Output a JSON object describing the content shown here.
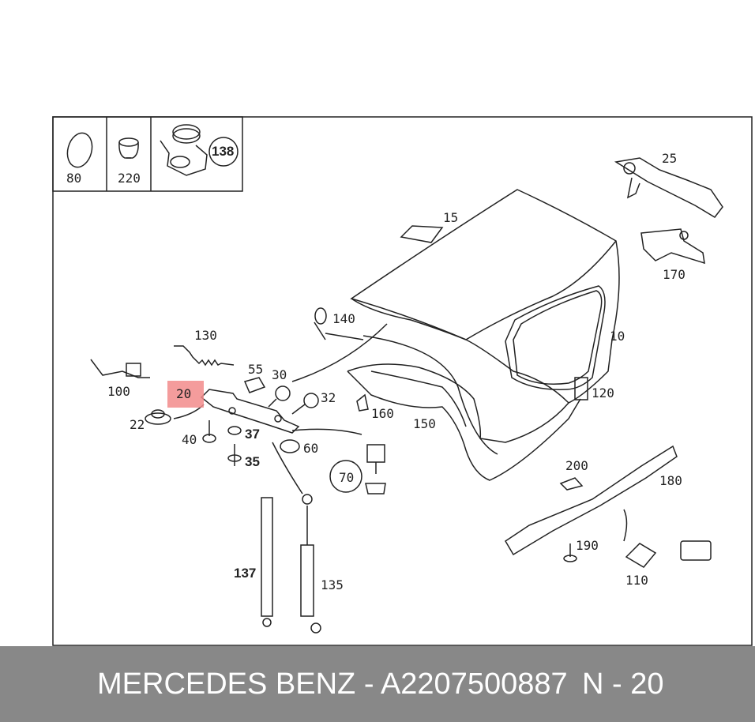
{
  "diagram": {
    "inset_labels": [
      "80",
      "220",
      "138"
    ],
    "part_labels": {
      "p10": "10",
      "p15": "15",
      "p20": "20",
      "p22": "22",
      "p25": "25",
      "p30": "30",
      "p32": "32",
      "p35": "35",
      "p37": "37",
      "p40": "40",
      "p55": "55",
      "p60": "60",
      "p70": "70",
      "p100": "100",
      "p110": "110",
      "p120": "120",
      "p130": "130",
      "p135": "135",
      "p137": "137",
      "p140": "140",
      "p150": "150",
      "p160": "160",
      "p170": "170",
      "p180": "180",
      "p190": "190",
      "p200": "200"
    },
    "highlight_color": "#f28b8b"
  },
  "footer": {
    "brand_part": "MERCEDES BENZ - A2207500887",
    "position": "N - 20",
    "background": "#888888"
  }
}
